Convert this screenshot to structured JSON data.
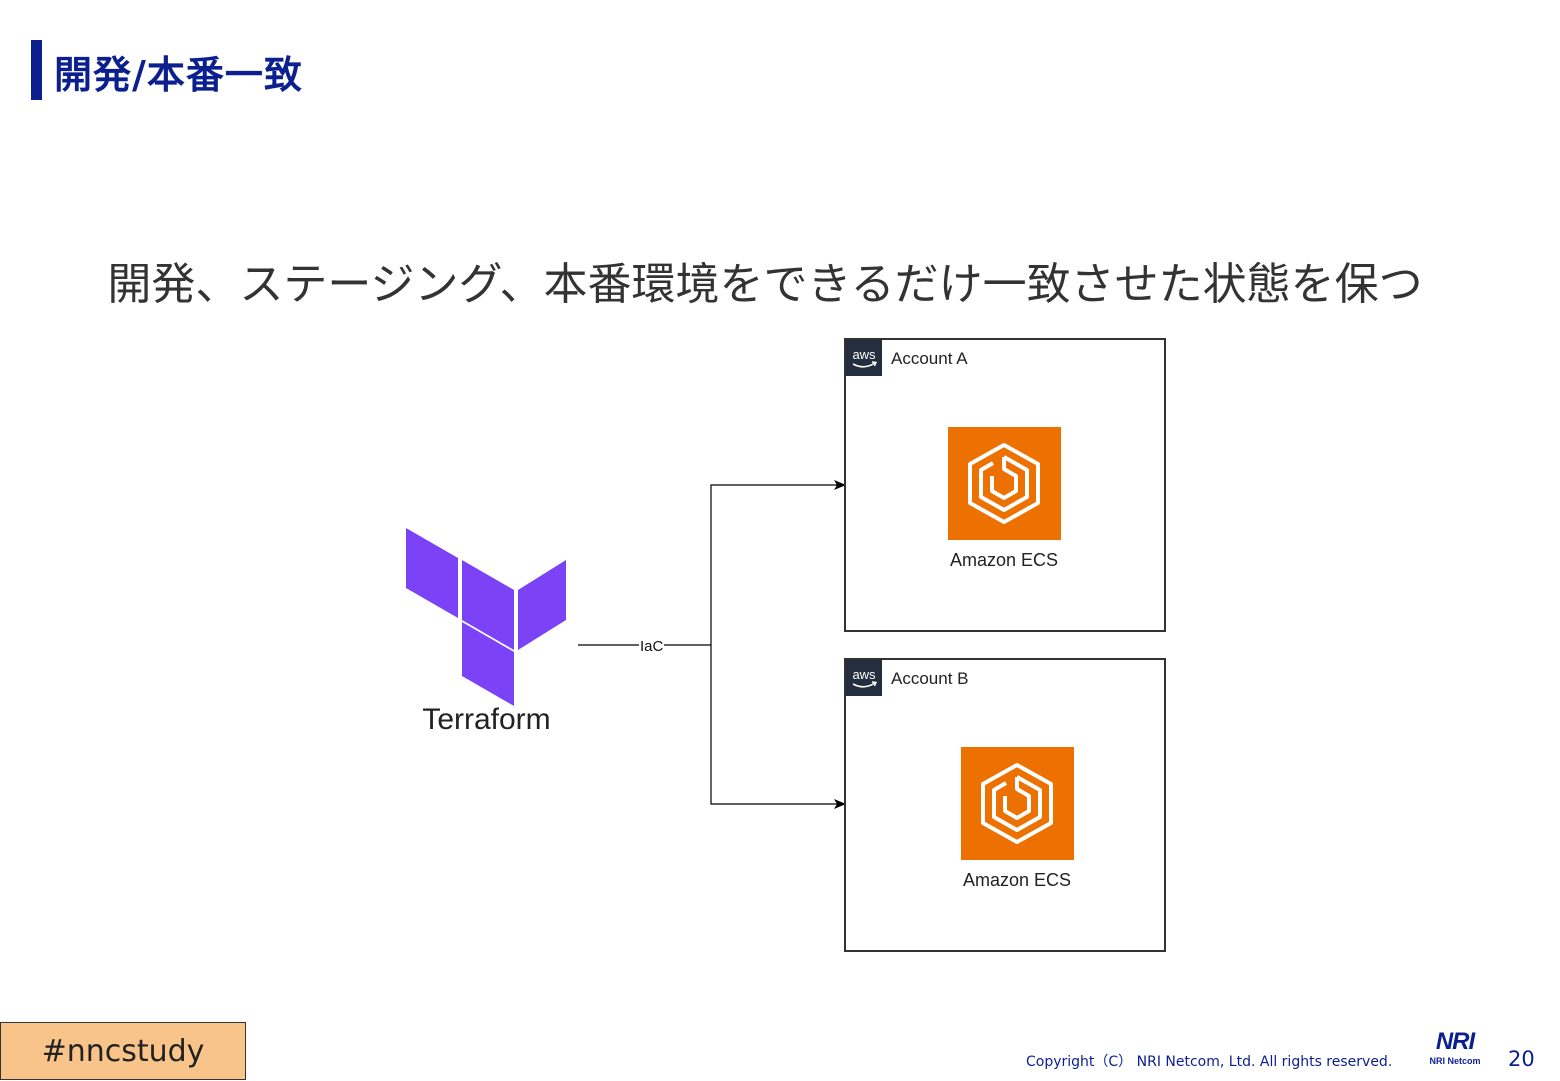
{
  "slide": {
    "title": "開発/本番一致",
    "subtitle": "開発、ステージング、本番環境をできるだけ一致させた状態を保つ"
  },
  "diagram": {
    "source": {
      "label": "Terraform",
      "icon": "terraform-logo-icon",
      "color": "#7b42f6"
    },
    "edge_label": "IaC",
    "accounts": [
      {
        "label": "Account A",
        "service": "Amazon ECS",
        "icon": "amazon-ecs-icon"
      },
      {
        "label": "Account B",
        "service": "Amazon ECS",
        "icon": "amazon-ecs-icon"
      }
    ],
    "aws_badge_text": "aws",
    "colors": {
      "ecs": "#ed7100",
      "aws_badge": "#232f3e",
      "terraform": "#7b42f6"
    }
  },
  "footer": {
    "hashtag": "#nncstudy",
    "copyright": "Copyright（C） NRI Netcom, Ltd. All rights reserved.",
    "logo_main": "NRI",
    "logo_sub": "NRI Netcom",
    "page_number": "20"
  },
  "theme": {
    "accent": "#0b1f8f",
    "tag_bg": "#f9c48a"
  }
}
